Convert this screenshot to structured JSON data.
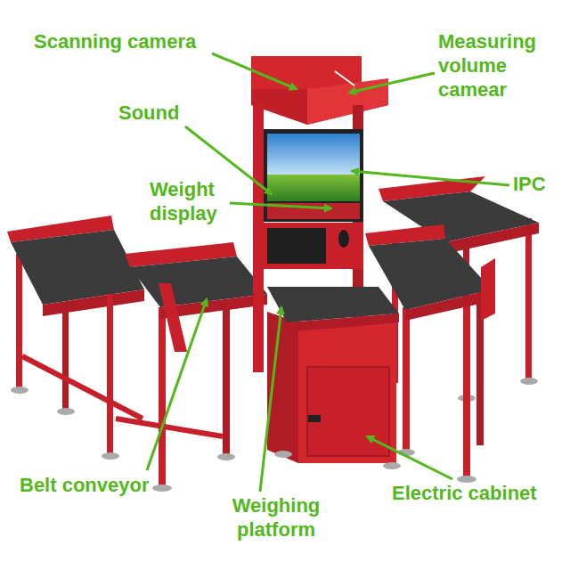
{
  "diagram": {
    "labels": [
      "Scanning camera",
      "Measuring volume camear",
      "Sound",
      "IPC",
      "Weight display",
      "Belt conveyor",
      "Weighing platform",
      "Electric cabinet"
    ]
  }
}
